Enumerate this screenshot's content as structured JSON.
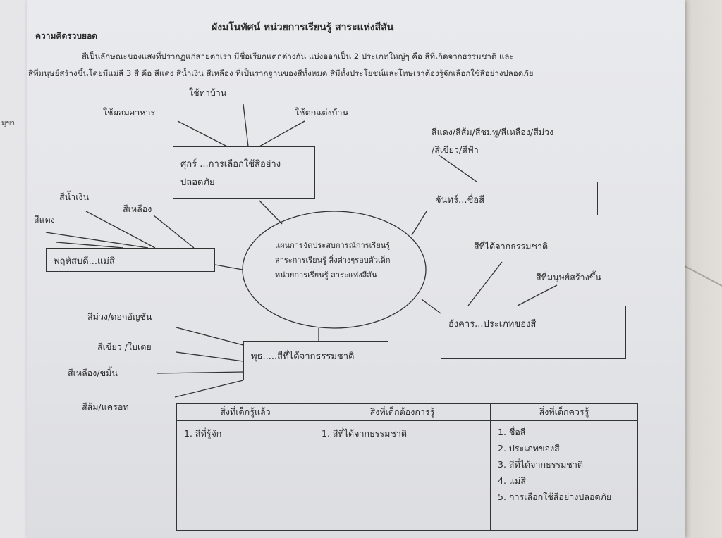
{
  "title": "ผังมโนทัศน์ หน่วยการเรียนรู้  สาระแห่งสีสัน",
  "concept_heading": "ความคิดรวบยอด",
  "intro_line1": "สีเป็นลักษณะของแสงที่ปรากฏแก่สายตาเรา มีชื่อเรียกแตกต่างกัน แบ่งออกเป็น 2 ประเภทใหญ่ๆ คือ สีที่เกิดจากธรรมชาติ และ",
  "intro_line2": "สีที่มนุษย์สร้างขึ้นโดยมีแม่สี 3 สี คือ สีแดง สีน้ำเงิน สีเหลือง ที่เป็นรากฐานของสีทั้งหมด สีมีทั้งประโยชน์และโทษเราต้องรู้จักเลือกใช้สีอย่างปลอดภัย",
  "side_fragment": "มูขา",
  "center": {
    "line1": "แผนการจัดประสบการณ์การเรียนรู้",
    "line2": "สาระการเรียนรู้ สิ่งต่างๆรอบตัวเด็ก",
    "line3": "หน่วยการเรียนรู้ สาระแห่งสีสัน"
  },
  "friday": {
    "line1": "ศุกร์ ...การเลือกใช้สีอย่าง",
    "line2": "ปลอดภัย",
    "branches": [
      "ใช้ผสมอาหาร",
      "ใช้ทาบ้าน",
      "ใช้ตกแต่งบ้าน"
    ]
  },
  "monday": {
    "label": "จันทร์...ชื่อสี",
    "branch_line1": "สีแดง/สีส้ม/สีชมพู/สีเหลือง/สีม่วง",
    "branch_line2": "/สีเขียว/สีฟ้า"
  },
  "thursday": {
    "label": "พฤหัสบดี...แม่สี",
    "branches": [
      "สีน้ำเงิน",
      "สีแดง",
      "สีเหลือง"
    ]
  },
  "tuesday": {
    "label": "อังคาร...ประเภทของสี",
    "branches": [
      "สีที่ได้จากธรรมชาติ",
      "สีที่มนุษย์สร้างขึ้น"
    ]
  },
  "wednesday": {
    "label": "พุธ.....สีที่ได้จากธรรมชาติ",
    "branches": [
      "สีม่วง/ดอกอัญชัน",
      "สีเขียว /ใบเตย",
      "สีเหลือง/ขมิ้น",
      "สีส้ม/แครอท"
    ]
  },
  "table": {
    "headers": [
      "สิ่งที่เด็กรู้แล้ว",
      "สิ่งที่เด็กต้องการรู้",
      "สิ่งที่เด็กควรรู้"
    ],
    "known": [
      "1. สีที่รู้จัก"
    ],
    "want": [
      "1. สีที่ได้จากธรรมชาติ"
    ],
    "should": [
      "1. ชื่อสี",
      "2. ประเภทของสี",
      "3. สีที่ได้จากธรรมชาติ",
      "4. แม่สี",
      "5. การเลือกใช้สีอย่างปลอดภัย"
    ]
  }
}
